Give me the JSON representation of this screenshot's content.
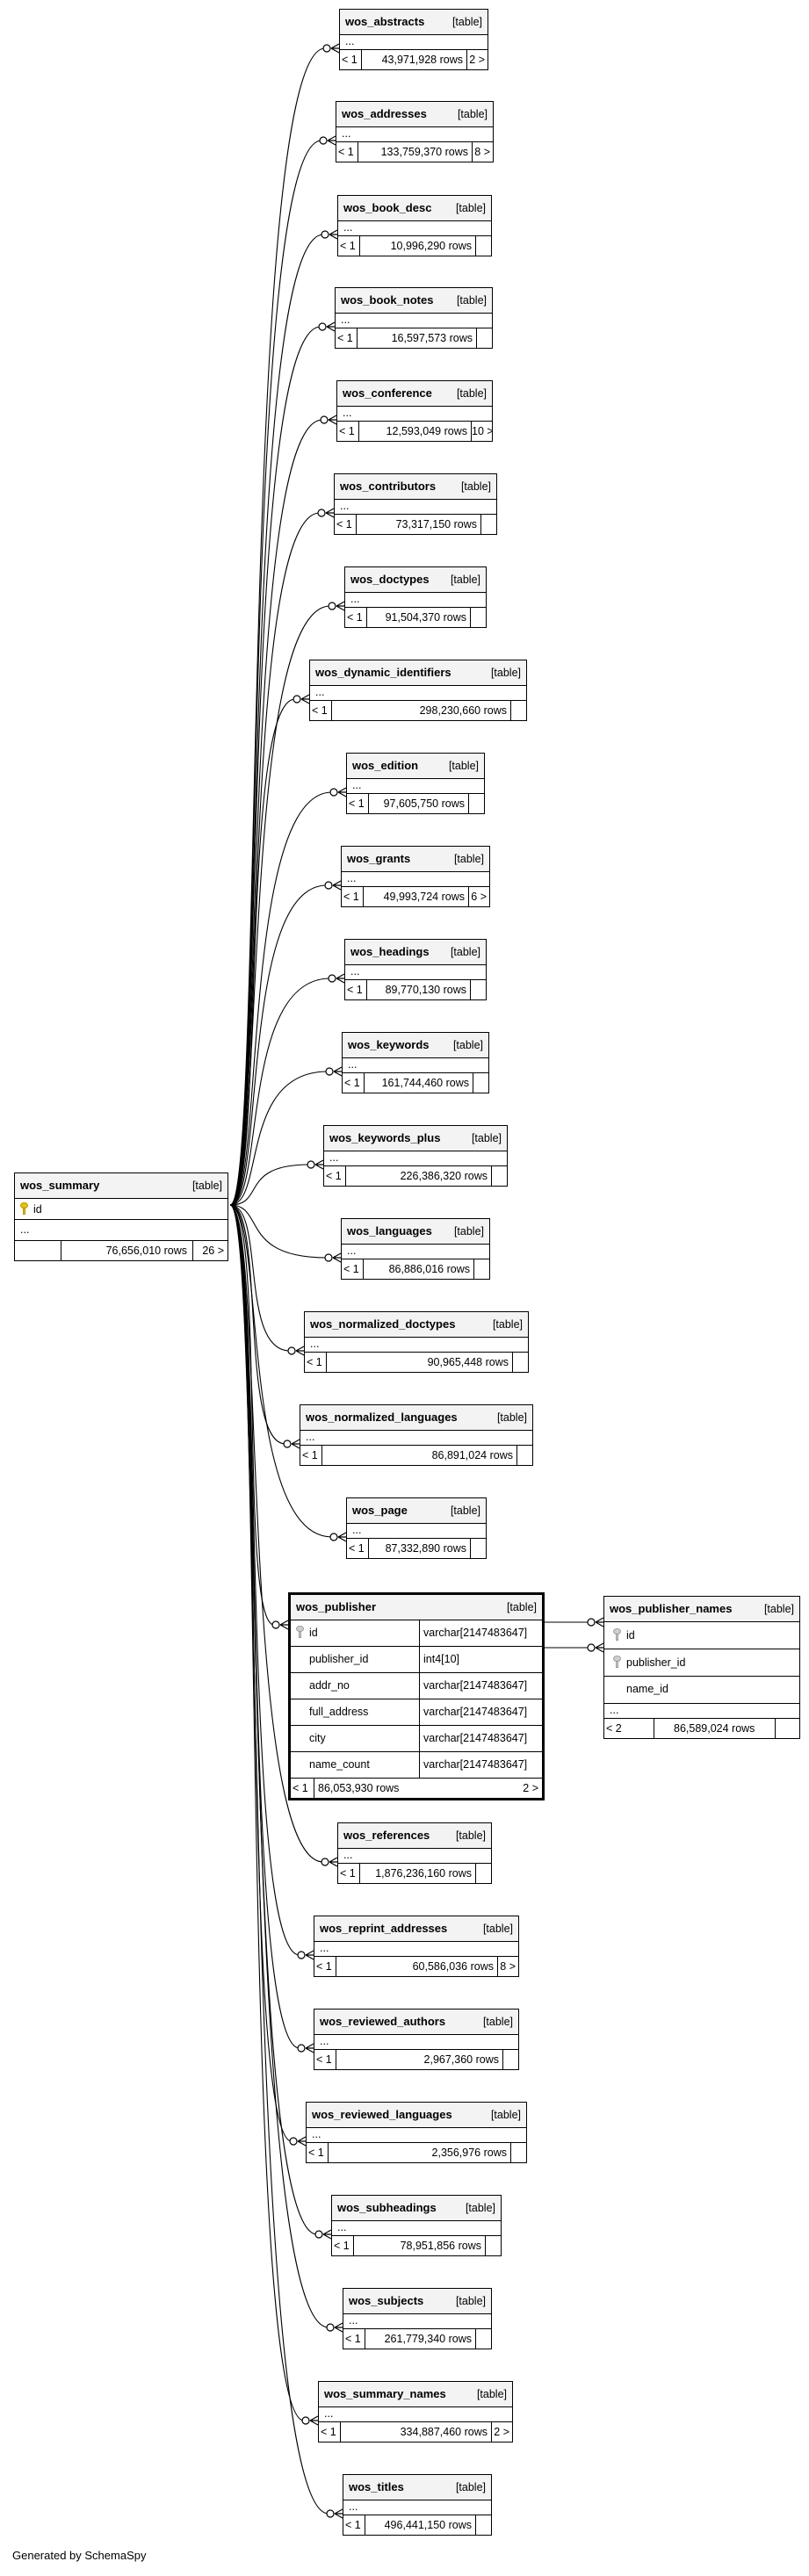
{
  "footer": "Generated by SchemaSpy",
  "table_tag": "[table]",
  "ellipsis": "...",
  "main_table": {
    "name": "wos_summary",
    "columns": [
      "id"
    ],
    "rows_text": "76,656,010 rows",
    "children_text": "26 >"
  },
  "focus_table": {
    "name": "wos_publisher",
    "columns": [
      {
        "name": "id",
        "type": "varchar[2147483647]",
        "key": true
      },
      {
        "name": "publisher_id",
        "type": "int4[10]",
        "key": false
      },
      {
        "name": "addr_no",
        "type": "varchar[2147483647]",
        "key": false
      },
      {
        "name": "full_address",
        "type": "varchar[2147483647]",
        "key": false
      },
      {
        "name": "city",
        "type": "varchar[2147483647]",
        "key": false
      },
      {
        "name": "name_count",
        "type": "varchar[2147483647]",
        "key": false
      }
    ],
    "parents_text": "< 1",
    "rows_text": "86,053,930 rows",
    "children_text": "2 >"
  },
  "names_table": {
    "name": "wos_publisher_names",
    "columns": [
      "id",
      "publisher_id",
      "name_id"
    ],
    "parents_text": "< 2",
    "rows_text": "86,589,024 rows"
  },
  "tables": [
    {
      "name": "wos_abstracts",
      "parents": "< 1",
      "rows": "43,971,928 rows",
      "children": "2 >"
    },
    {
      "name": "wos_addresses",
      "parents": "< 1",
      "rows": "133,759,370 rows",
      "children": "8 >"
    },
    {
      "name": "wos_book_desc",
      "parents": "< 1",
      "rows": "10,996,290 rows",
      "children": ""
    },
    {
      "name": "wos_book_notes",
      "parents": "< 1",
      "rows": "16,597,573 rows",
      "children": ""
    },
    {
      "name": "wos_conference",
      "parents": "< 1",
      "rows": "12,593,049 rows",
      "children": "10 >"
    },
    {
      "name": "wos_contributors",
      "parents": "< 1",
      "rows": "73,317,150 rows",
      "children": ""
    },
    {
      "name": "wos_doctypes",
      "parents": "< 1",
      "rows": "91,504,370 rows",
      "children": ""
    },
    {
      "name": "wos_dynamic_identifiers",
      "parents": "< 1",
      "rows": "298,230,660 rows",
      "children": ""
    },
    {
      "name": "wos_edition",
      "parents": "< 1",
      "rows": "97,605,750 rows",
      "children": ""
    },
    {
      "name": "wos_grants",
      "parents": "< 1",
      "rows": "49,993,724 rows",
      "children": "6 >"
    },
    {
      "name": "wos_headings",
      "parents": "< 1",
      "rows": "89,770,130 rows",
      "children": ""
    },
    {
      "name": "wos_keywords",
      "parents": "< 1",
      "rows": "161,744,460 rows",
      "children": ""
    },
    {
      "name": "wos_keywords_plus",
      "parents": "< 1",
      "rows": "226,386,320 rows",
      "children": ""
    },
    {
      "name": "wos_languages",
      "parents": "< 1",
      "rows": "86,886,016 rows",
      "children": ""
    },
    {
      "name": "wos_normalized_doctypes",
      "parents": "< 1",
      "rows": "90,965,448 rows",
      "children": ""
    },
    {
      "name": "wos_normalized_languages",
      "parents": "< 1",
      "rows": "86,891,024 rows",
      "children": ""
    },
    {
      "name": "wos_page",
      "parents": "< 1",
      "rows": "87,332,890 rows",
      "children": ""
    },
    {
      "name": "wos_references",
      "parents": "< 1",
      "rows": "1,876,236,160 rows",
      "children": ""
    },
    {
      "name": "wos_reprint_addresses",
      "parents": "< 1",
      "rows": "60,586,036 rows",
      "children": "8 >"
    },
    {
      "name": "wos_reviewed_authors",
      "parents": "< 1",
      "rows": "2,967,360 rows",
      "children": ""
    },
    {
      "name": "wos_reviewed_languages",
      "parents": "< 1",
      "rows": "2,356,976 rows",
      "children": ""
    },
    {
      "name": "wos_subheadings",
      "parents": "< 1",
      "rows": "78,951,856 rows",
      "children": ""
    },
    {
      "name": "wos_subjects",
      "parents": "< 1",
      "rows": "261,779,340 rows",
      "children": ""
    },
    {
      "name": "wos_summary_names",
      "parents": "< 1",
      "rows": "334,887,460 rows",
      "children": "2 >"
    },
    {
      "name": "wos_titles",
      "parents": "< 1",
      "rows": "496,441,150 rows",
      "children": ""
    }
  ]
}
